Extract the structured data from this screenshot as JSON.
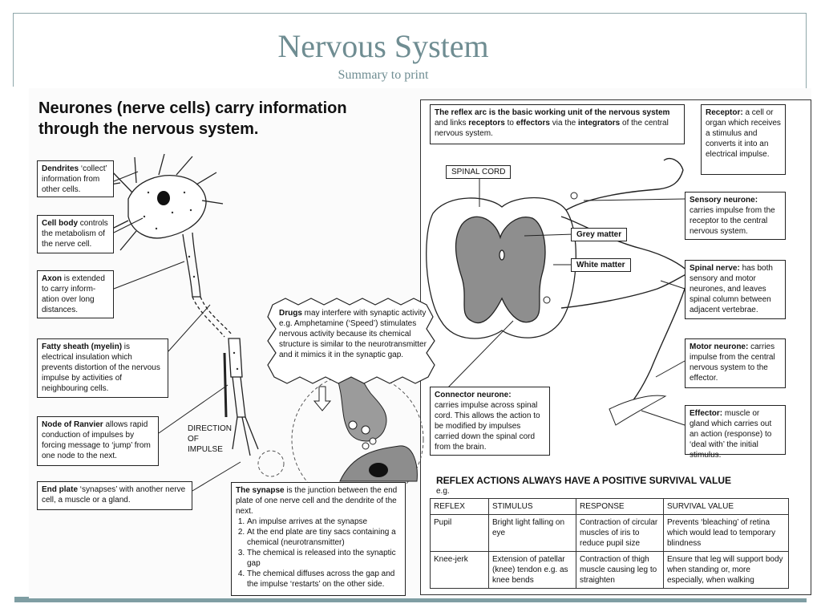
{
  "title": "Nervous System",
  "subtitle": "Summary to print",
  "left_panel": {
    "heading_line1": "Neurones (nerve cells) carry information",
    "heading_line2": "through the nervous system.",
    "dendrites": {
      "term": "Dendrites",
      "text": " ‘collect’ information from other cells."
    },
    "cell_body": {
      "term": "Cell body",
      "text": " controls the metabolism of the nerve cell."
    },
    "axon": {
      "term": "Axon",
      "text": " is extended to carry inform­ation over long distances."
    },
    "myelin": {
      "term": "Fatty sheath (myelin)",
      "text": " is electrical insulation which prevents distortion of the nervous impulse by activities of neighbouring cells."
    },
    "ranvier": {
      "term": "Node of Ranvier",
      "text": " allows rapid conduction of impulses by forcing message to ‘jump’ from one node to the next."
    },
    "end_plate": {
      "term": "End plate",
      "text": " ‘synapses’ with another nerve cell, a muscle or a gland."
    },
    "direction_label": [
      "DIRECTION",
      "OF",
      "IMPULSE"
    ],
    "drugs": {
      "term": "Drugs",
      "text": " may interfere with synaptic activity e.g. Amphetamine (‘Speed’) stimulates nervous activity because its chemical structure is similar to the neurotransmitter and it mimics it in the synaptic gap."
    },
    "synapse": {
      "term": "The synapse",
      "intro": " is the junction between the end plate of one nerve cell and the dendrite of the next.",
      "steps": [
        "An impulse arrives at the synapse",
        "At the end plate are tiny sacs containing a chemical (neurotransmitter)",
        "The chemical is released into the synaptic gap",
        "The chemical diffuses across the gap and the impulse ‘restarts’ on the other side."
      ]
    }
  },
  "right_panel": {
    "intro": {
      "a": "The reflex arc is the basic working unit of the nervous system",
      "b": " and links ",
      "c": "receptors",
      "d": " to ",
      "e": "effectors",
      "f": " via the ",
      "g": "integrators",
      "h": " of the central nervous system."
    },
    "spinal_cord_label": "SPINAL CORD",
    "grey_matter": "Grey matter",
    "white_matter": "White matter",
    "receptor": {
      "term": "Receptor:",
      "text": " a cell or organ which receives a stimulus and converts it into an electrical impulse."
    },
    "sensory": {
      "term": "Sensory neurone:",
      "text": " carries impulse from the receptor to the central nervous system."
    },
    "spinal_nerve": {
      "term": "Spinal nerve:",
      "text": " has both sensory and motor neurones, and leaves spinal column between adjacent vertebrae."
    },
    "motor": {
      "term": "Motor neurone:",
      "text": " carries impulse from the central nervous system to the effector."
    },
    "effector": {
      "term": "Effector:",
      "text": " muscle or gland which carries out an action (response) to ‘deal with’ the initial stimulus."
    },
    "connector": {
      "term": "Connector neurone:",
      "text": " carries impulse across spinal cord. This allows the action to be modified by impulses carried down the spinal cord from the brain."
    },
    "reflex_title": "REFLEX ACTIONS ALWAYS HAVE A POSITIVE SURVIVAL VALUE",
    "eg": "e.g.",
    "table": {
      "headers": [
        "REFLEX",
        "STIMULUS",
        "RESPONSE",
        "SURVIVAL VALUE"
      ],
      "rows": [
        [
          "Pupil",
          "Bright light falling on eye",
          "Contraction of circular muscles of iris to reduce pupil size",
          "Prevents ‘bleaching’ of retina which would lead to temporary blindness"
        ],
        [
          "Knee-jerk",
          "Extension of patellar (knee) tendon e.g. as knee bends",
          "Contraction of thigh muscle causing leg to straighten",
          "Ensure that leg will support body when standing or, more especially, when walking"
        ]
      ]
    }
  }
}
